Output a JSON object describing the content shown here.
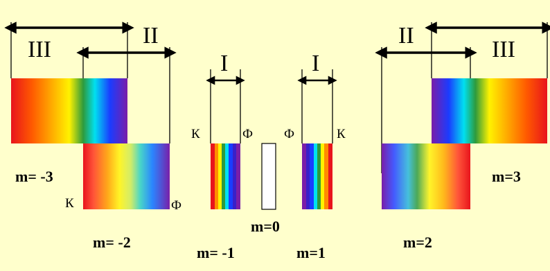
{
  "labels": {
    "zone_one": "I",
    "zone_two": "II",
    "zone_three": "III",
    "violet_end": "Ф",
    "red_end": "К"
  },
  "orders": {
    "m_minus_3": "m= -3",
    "m_minus_2": "m= -2",
    "m_minus_1": "m= -1",
    "m_zero": "m=0",
    "m_plus_1": "m=1",
    "m_plus_2": "m=2",
    "m_plus_3": "m=3"
  },
  "colors": {
    "background": "#ffffcc",
    "red": "#e8141c",
    "orange": "#ff8c00",
    "yellow": "#fff200",
    "green": "#2e9a3c",
    "cyan": "#00e0f0",
    "blue": "#1a3cff",
    "violet": "#7a1ea8"
  }
}
